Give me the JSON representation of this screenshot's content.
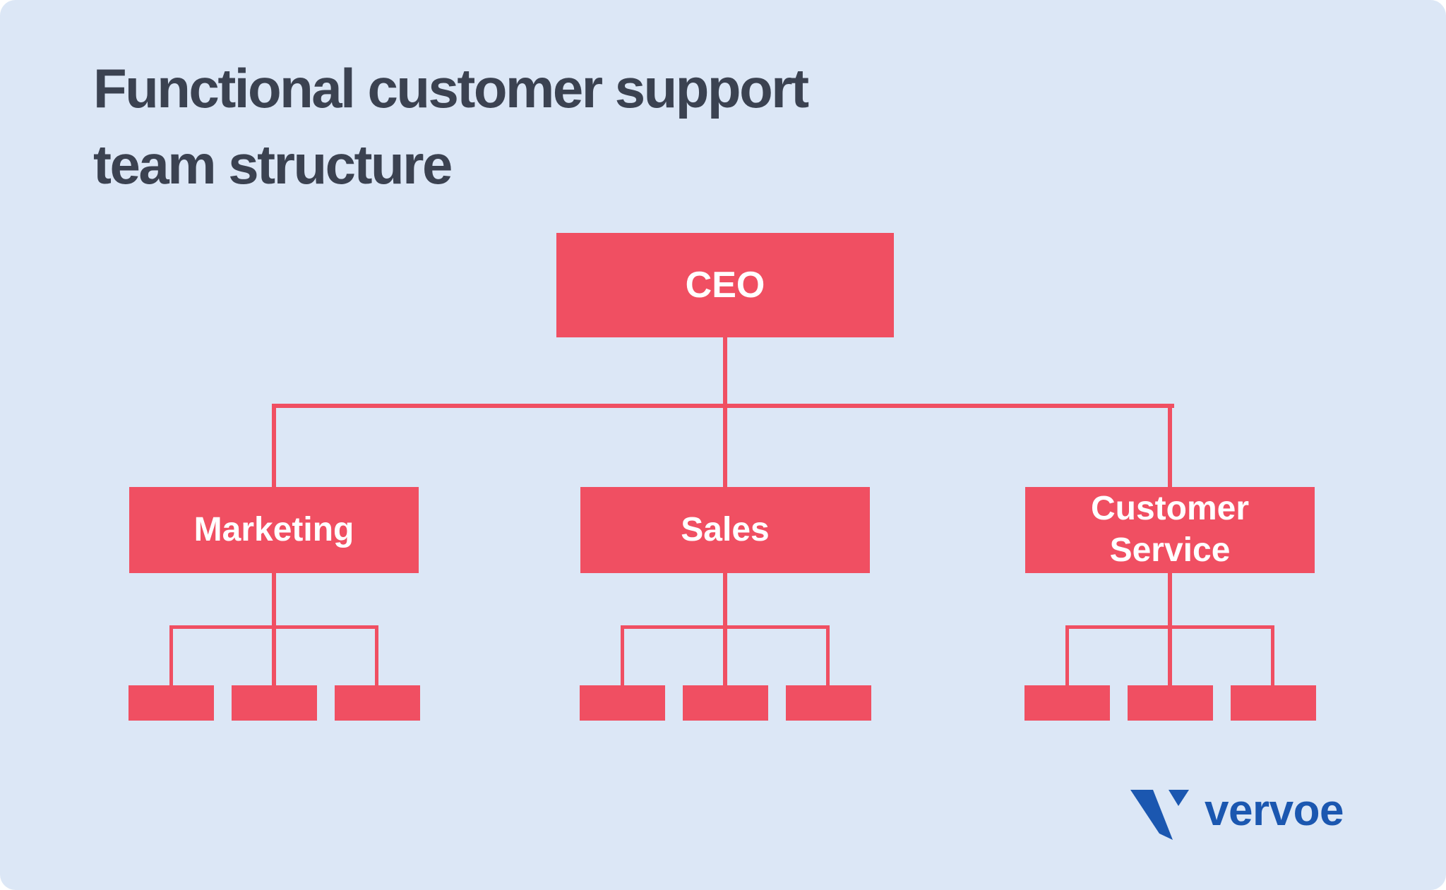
{
  "title": {
    "line1": "Functional customer support",
    "line2": "team structure"
  },
  "org_chart": {
    "root": {
      "id": "ceo",
      "label": "CEO"
    },
    "departments": [
      {
        "id": "marketing",
        "label": "Marketing",
        "sub_teams": 3
      },
      {
        "id": "sales",
        "label": "Sales",
        "sub_teams": 3
      },
      {
        "id": "customer-service",
        "label": "Customer Service",
        "sub_teams": 3
      }
    ]
  },
  "logo": {
    "text": "vervoe"
  },
  "colors": {
    "background": "#dce7f6",
    "node_fill": "#f04f62",
    "connector": "#f04f62",
    "node_text": "#ffffff",
    "title_text": "#3b4251",
    "logo_blue": "#1b57b0"
  }
}
